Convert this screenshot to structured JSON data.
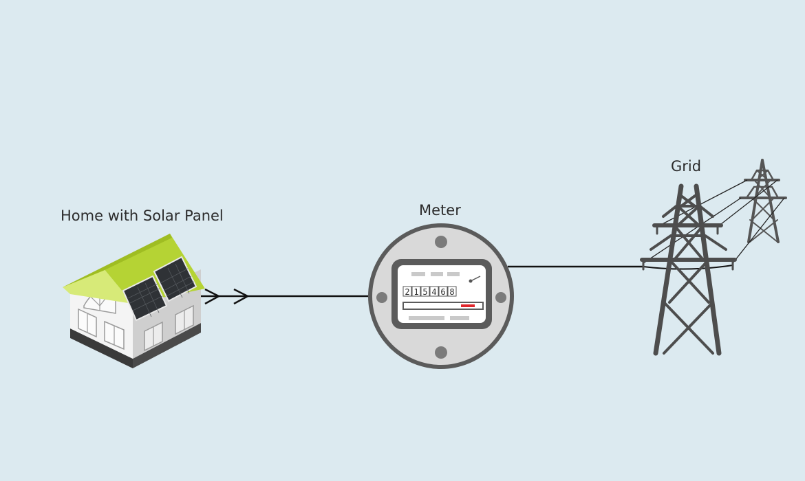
{
  "labels": {
    "home": "Home with Solar Panel",
    "meter": "Meter",
    "grid": "Grid"
  },
  "meter": {
    "reading_digits": [
      "2",
      "1",
      "5",
      "4",
      "6",
      "8"
    ]
  },
  "colors": {
    "background": "#dceaf0",
    "roof": "#b5d334",
    "meter_body": "#5b5b5b",
    "meter_face": "#d9d9d9",
    "tower": "#4d4d4d",
    "indicator": "#e0262b",
    "wire": "#111111"
  },
  "icons": [
    "house-with-solar-panel-icon",
    "electric-meter-icon",
    "transmission-tower-icon"
  ]
}
